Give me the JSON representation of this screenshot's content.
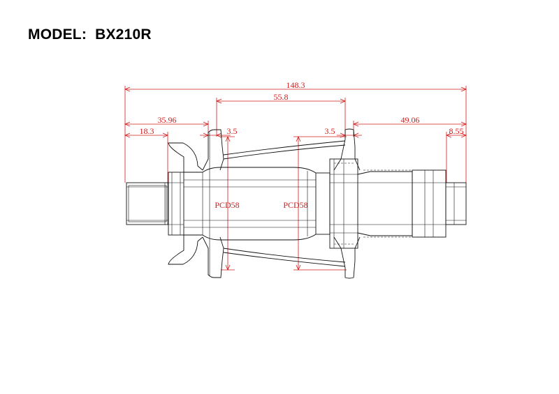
{
  "title": {
    "label": "MODEL:",
    "model": "BX210R"
  },
  "dimensions": {
    "overall_length": "148.3",
    "flange_spacing": "55.8",
    "left_flange_offset": "35.96",
    "left_end_offset": "18.3",
    "left_rotor_spacer": "3.5",
    "right_rotor_spacer": "3.5",
    "right_flange_offset": "49.06",
    "right_end_offset": "8.55",
    "pcd_left": "PCD58",
    "pcd_right": "PCD58"
  },
  "colors": {
    "dimension": "#d11a1a",
    "outline": "#111111"
  }
}
